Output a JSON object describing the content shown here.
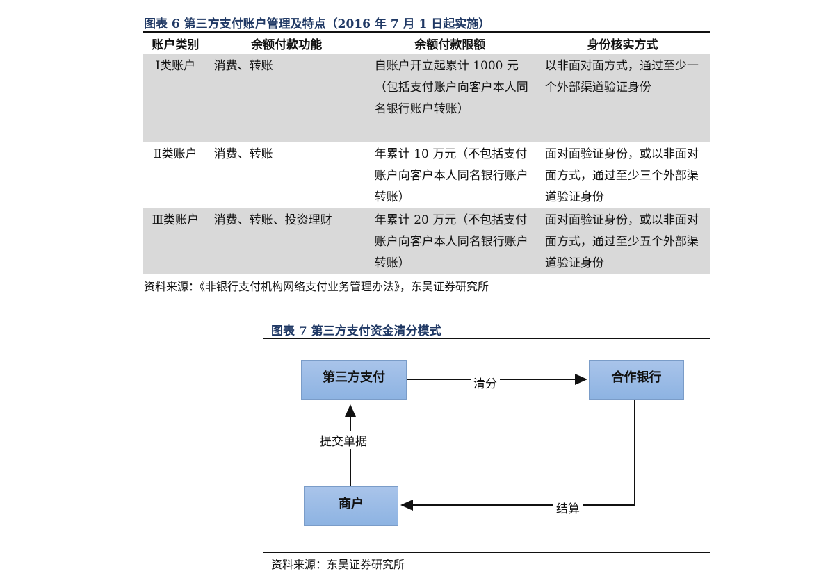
{
  "figure6": {
    "title": "图表 6 第三方支付账户管理及特点（2016 年 7 月 1 日起实施）",
    "headers": [
      "账户类别",
      "余额付款功能",
      "余额付款限额",
      "身份核实方式"
    ],
    "rows": [
      [
        "Ⅰ类账户",
        "消费、转账",
        "自账户开立起累计 1000 元（包括支付账户向客户本人同名银行账户转账）",
        "以非面对面方式，通过至少一个外部渠道验证身份"
      ],
      [
        "Ⅱ类账户",
        "消费、转账",
        "年累计 10 万元（不包括支付账户向客户本人同名银行账户转账）",
        "面对面验证身份，或以非面对面方式，通过至少三个外部渠道验证身份"
      ],
      [
        "Ⅲ类账户",
        "消费、转账、投资理财",
        "年累计 20 万元（不包括支付账户向客户本人同名银行账户转账）",
        "面对面验证身份，或以非面对面方式，通过至少五个外部渠道验证身份"
      ]
    ],
    "source": "资料来源：《非银行支付机构网络支付业务管理办法》，东吴证券研究所"
  },
  "figure7": {
    "title": "图表 7 第三方支付资金清分模式",
    "nodes": {
      "payment": "第三方支付",
      "bank": "合作银行",
      "merchant": "商户"
    },
    "edges": {
      "clearing": "清分",
      "settlement": "结算",
      "submit": "提交单据"
    },
    "source": "资料来源：东吴证券研究所"
  }
}
